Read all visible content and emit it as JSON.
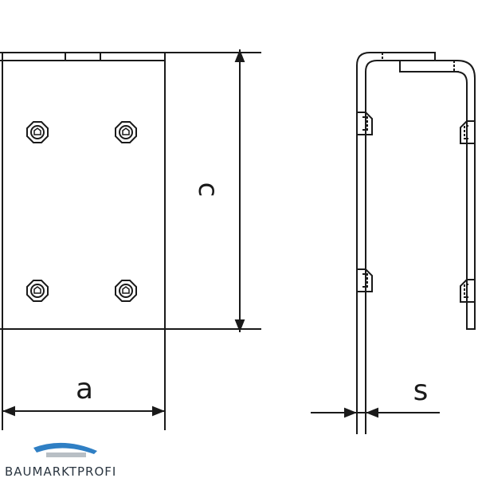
{
  "dimensions": {
    "width_label": "a",
    "height_label": "c",
    "thickness_label": "s"
  },
  "logo": {
    "text": "BAUMARKTPROFI"
  },
  "colors": {
    "line": "#1a1a1a",
    "logo_blue": "#2f7fc4",
    "logo_grey": "#7d8a96"
  },
  "front_view": {
    "screw_count": 4
  }
}
